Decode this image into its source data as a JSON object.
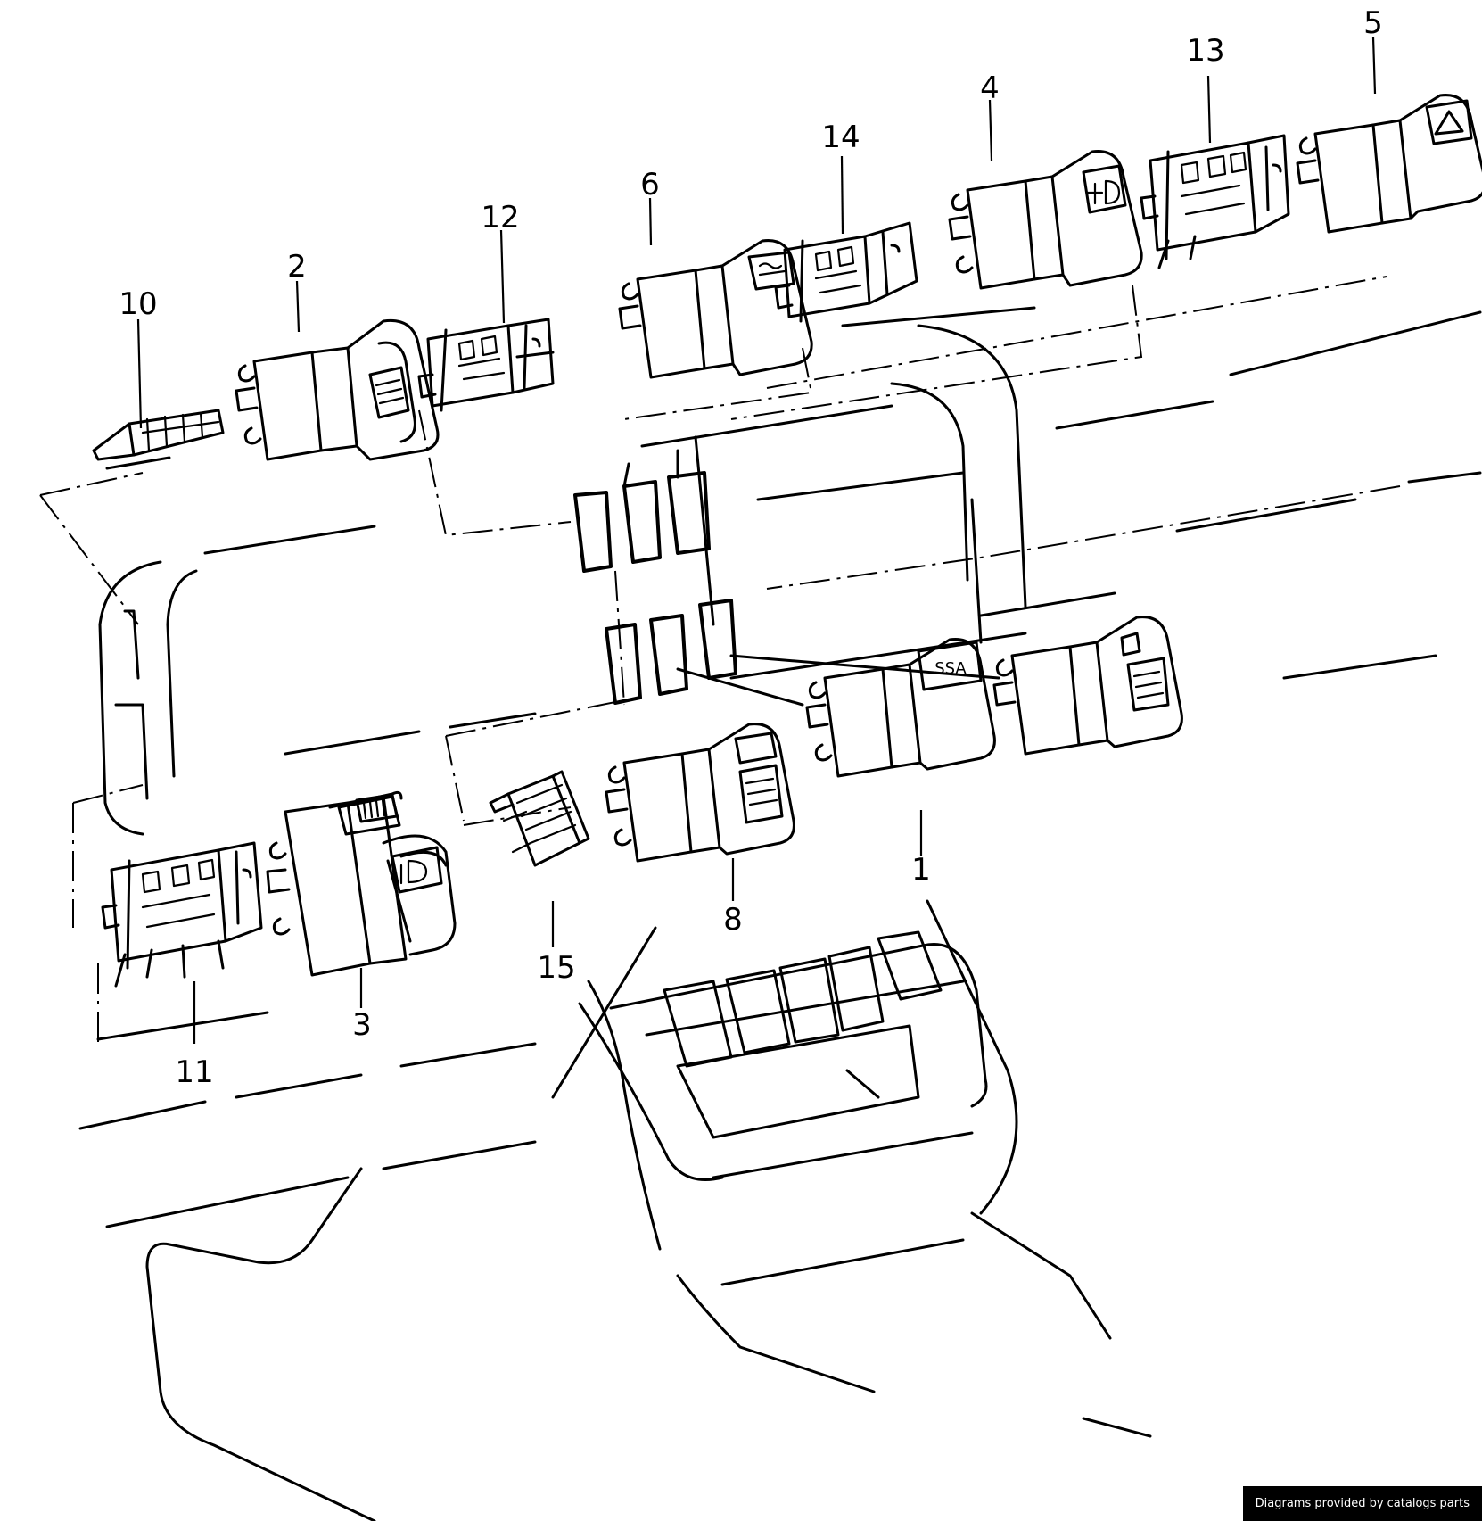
{
  "diagram": {
    "callouts": [
      "1",
      "2",
      "3",
      "4",
      "5",
      "6",
      "8",
      "10",
      "11",
      "12",
      "13",
      "14",
      "15"
    ],
    "switch_symbol_text": "SSA"
  },
  "footer": {
    "credit": "Diagrams provided by catalogs parts"
  },
  "colors": {
    "ink": "#000000",
    "paper": "#ffffff",
    "credit_background": "#000000",
    "credit_text": "#ffffff"
  }
}
